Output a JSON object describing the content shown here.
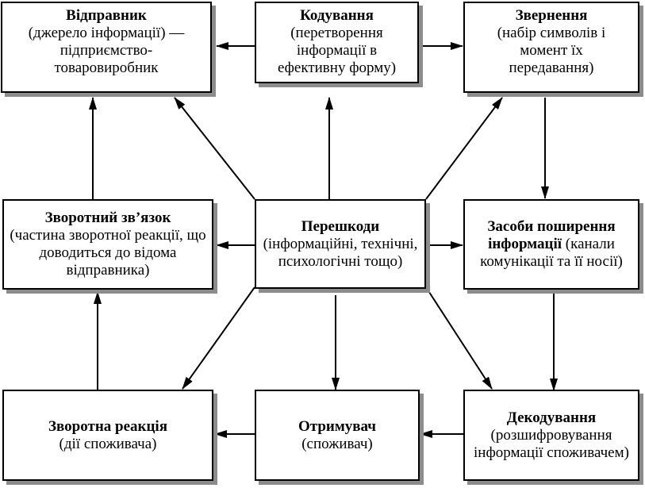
{
  "nodes": {
    "sender": {
      "title": "Відправник",
      "desc": "(джерело інформації) — підприємство-товаровиробник"
    },
    "coding": {
      "title": "Кодування",
      "desc": "(перетворення інформації в ефективну форму)"
    },
    "message": {
      "title": "Звернення",
      "desc": "(набір символів і момент їх передавання)"
    },
    "feedback": {
      "title": "Зворотний зв’язок",
      "desc": "(частина зворотної реакції, що доводиться до відома відправника)"
    },
    "noise": {
      "title": "Перешкоди",
      "desc": "(інформаційні, технічні, психологічні тощо)"
    },
    "media": {
      "title": "Засоби поширення інформації",
      "desc": "(канали комунікації та її носії)"
    },
    "response": {
      "title": "Зворотна реакція",
      "desc": "(дії споживача)"
    },
    "receiver": {
      "title": "Отримувач",
      "desc": "(споживач)"
    },
    "decoding": {
      "title": "Декодування",
      "desc": "(розшифровування інформації споживачем)"
    }
  }
}
